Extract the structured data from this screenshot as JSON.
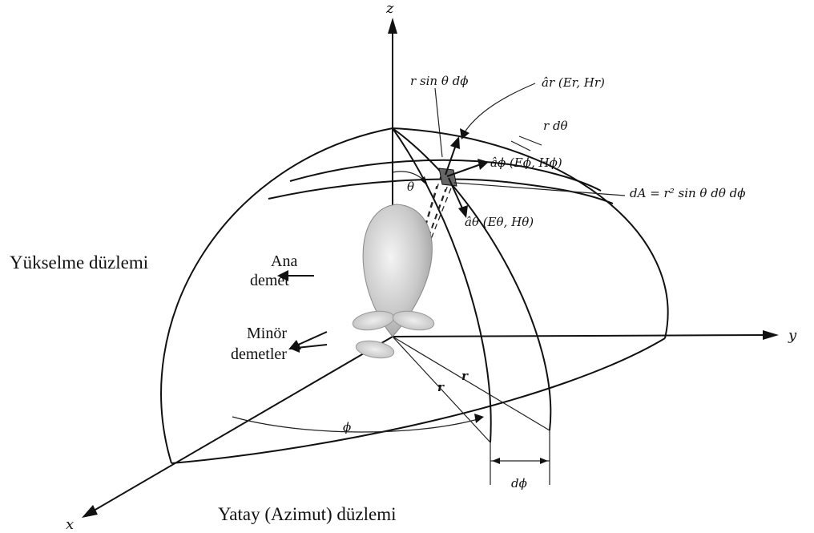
{
  "axes": {
    "z": "z",
    "y": "y",
    "x": "x"
  },
  "annotations": {
    "r_sin_theta_dphi": "r sin θ dϕ",
    "a_r": "âr (Er, Hr)",
    "r_dtheta": "r dθ",
    "a_phi": "âϕ (Eϕ, Hϕ)",
    "dA": "dA = r² sin θ dθ dϕ",
    "a_theta": "âθ (Eθ, Hθ)",
    "theta": "θ",
    "phi": "ϕ",
    "r1": "r",
    "r2": "r",
    "dphi": "dϕ"
  },
  "labels": {
    "elevation_plane": "Yükselme düzlemi",
    "main_beam_line1": "Ana",
    "main_beam_line2": "demet",
    "minor_beams_line1": "Minör",
    "minor_beams_line2": "demetler",
    "azimuth_plane": "Yatay (Azimut) düzlemi"
  }
}
